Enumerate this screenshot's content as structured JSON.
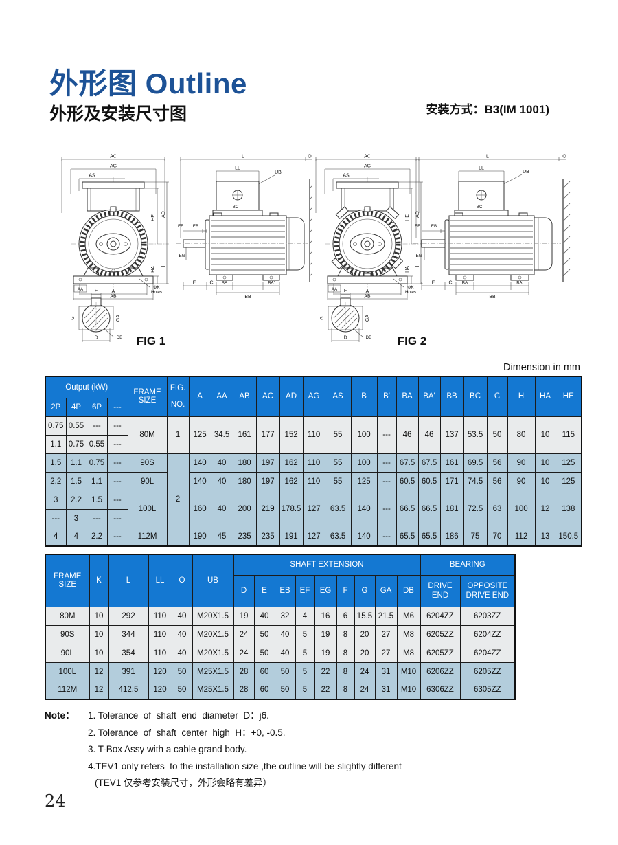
{
  "header": {
    "title": "外形图 Outline",
    "subtitle": "外形及安装尺寸图",
    "mounting_label": "安装方式：B3(IM 1001)"
  },
  "figures": {
    "fig1_caption": "FIG 1",
    "fig2_caption": "FIG 2",
    "dim_labels": {
      "ac": "AC",
      "ag": "AG",
      "as": "AS",
      "he": "HE",
      "ad": "AD",
      "h": "H",
      "ha": "HA",
      "aa": "AA",
      "a": "A",
      "ab": "AB",
      "phik": "ΦK",
      "holes": "Holes",
      "l": "L",
      "o": "O",
      "ll": "LL",
      "ub": "UB",
      "bc": "BC",
      "eb": "EB",
      "ef": "EF",
      "eg": "EG",
      "e": "E",
      "c": "C",
      "ba": "BA",
      "ba_p": "BA'",
      "bb": "BB",
      "f": "F",
      "g": "G",
      "ga": "GA",
      "d": "D",
      "db": "DB"
    }
  },
  "table1": {
    "caption": "Dimension in mm",
    "header": {
      "output_group": "Output (kW)",
      "poles": [
        "2P",
        "4P",
        "6P",
        "---"
      ],
      "frame": "FRAME SIZE",
      "fig_no": "FIG.\nNO.",
      "cols": [
        "A",
        "AA",
        "AB",
        "AC",
        "AD",
        "AG",
        "AS",
        "B",
        "B'",
        "BA",
        "BA'",
        "BB",
        "BC",
        "C",
        "H",
        "HA",
        "HE"
      ]
    },
    "rows": [
      {
        "shade": "light",
        "outputs": [
          [
            "0.75",
            "0.55",
            "---",
            "---"
          ],
          [
            "1.1",
            "0.75",
            "0.55",
            "---"
          ]
        ],
        "frame": "80M",
        "fig": {
          "label": "1",
          "span": 2
        },
        "values": [
          "125",
          "34.5",
          "161",
          "177",
          "152",
          "110",
          "55",
          "100",
          "---",
          "46",
          "46",
          "137",
          "53.5",
          "50",
          "80",
          "10",
          "115"
        ]
      },
      {
        "shade": "blue",
        "outputs": [
          [
            "1.5",
            "1.1",
            "0.75",
            "---"
          ]
        ],
        "frame": "90S",
        "fig": {
          "label": "2",
          "span": 5
        },
        "values": [
          "140",
          "40",
          "180",
          "197",
          "162",
          "110",
          "55",
          "100",
          "---",
          "67.5",
          "67.5",
          "161",
          "69.5",
          "56",
          "90",
          "10",
          "125"
        ]
      },
      {
        "shade": "blue",
        "outputs": [
          [
            "2.2",
            "1.5",
            "1.1",
            "---"
          ]
        ],
        "frame": "90L",
        "fig": null,
        "values": [
          "140",
          "40",
          "180",
          "197",
          "162",
          "110",
          "55",
          "125",
          "---",
          "60.5",
          "60.5",
          "171",
          "74.5",
          "56",
          "90",
          "10",
          "125"
        ]
      },
      {
        "shade": "blue",
        "outputs": [
          [
            "3",
            "2.2",
            "1.5",
            "---"
          ],
          [
            "---",
            "3",
            "---",
            "---"
          ]
        ],
        "frame": "100L",
        "fig": null,
        "values": [
          "160",
          "40",
          "200",
          "219",
          "178.5",
          "127",
          "63.5",
          "140",
          "---",
          "66.5",
          "66.5",
          "181",
          "72.5",
          "63",
          "100",
          "12",
          "138"
        ]
      },
      {
        "shade": "blue",
        "outputs": [
          [
            "4",
            "4",
            "2.2",
            "---"
          ]
        ],
        "frame": "112M",
        "fig": null,
        "values": [
          "190",
          "45",
          "235",
          "235",
          "191",
          "127",
          "63.5",
          "140",
          "---",
          "65.5",
          "65.5",
          "186",
          "75",
          "70",
          "112",
          "13",
          "150.5"
        ]
      }
    ]
  },
  "table2": {
    "header": {
      "left_cols": [
        "FRAME SIZE",
        "K",
        "L",
        "LL",
        "O",
        "UB"
      ],
      "shaft_group": "SHAFT  EXTENSION",
      "shaft_cols": [
        "D",
        "E",
        "EB",
        "EF",
        "EG",
        "F",
        "G",
        "GA",
        "DB"
      ],
      "bearing_group": "BEARING",
      "bearing_cols": [
        "DRIVE END",
        "OPPOSITE\nDRIVE  END"
      ]
    },
    "rows": [
      {
        "shade": "light",
        "frame": "80M",
        "values": [
          "10",
          "292",
          "110",
          "40",
          "M20X1.5",
          "19",
          "40",
          "32",
          "4",
          "16",
          "6",
          "15.5",
          "21.5",
          "M6",
          "6204ZZ",
          "6203ZZ"
        ]
      },
      {
        "shade": "light",
        "frame": "90S",
        "values": [
          "10",
          "344",
          "110",
          "40",
          "M20X1.5",
          "24",
          "50",
          "40",
          "5",
          "19",
          "8",
          "20",
          "27",
          "M8",
          "6205ZZ",
          "6204ZZ"
        ]
      },
      {
        "shade": "light",
        "frame": "90L",
        "values": [
          "10",
          "354",
          "110",
          "40",
          "M20X1.5",
          "24",
          "50",
          "40",
          "5",
          "19",
          "8",
          "20",
          "27",
          "M8",
          "6205ZZ",
          "6204ZZ"
        ]
      },
      {
        "shade": "blue",
        "frame": "100L",
        "values": [
          "12",
          "391",
          "120",
          "50",
          "M25X1.5",
          "28",
          "60",
          "50",
          "5",
          "22",
          "8",
          "24",
          "31",
          "M10",
          "6206ZZ",
          "6205ZZ"
        ]
      },
      {
        "shade": "blue",
        "frame": "112M",
        "values": [
          "12",
          "412.5",
          "120",
          "50",
          "M25X1.5",
          "28",
          "60",
          "50",
          "5",
          "22",
          "8",
          "24",
          "31",
          "M10",
          "6306ZZ",
          "6305ZZ"
        ]
      }
    ]
  },
  "notes": {
    "label": "Note：",
    "items": [
      "1. Tolerance  of  shaft  end  diameter  D：j6.",
      "2. Tolerance  of  shaft  center  high  H：+0, -0.5.",
      "3. T-Box Assy with a cable grand body.",
      "4.TEV1 only refers  to the installation size ,the outline will be slightly different",
      "(TEV1 仅参考安装尺寸，外形会略有差异）"
    ]
  },
  "footer": {
    "page_number": "24"
  },
  "colors": {
    "header_blue": "#1478d2",
    "row_blue": "#b3cddc",
    "row_light": "#e9ebec",
    "title_blue": "#1d5296"
  }
}
